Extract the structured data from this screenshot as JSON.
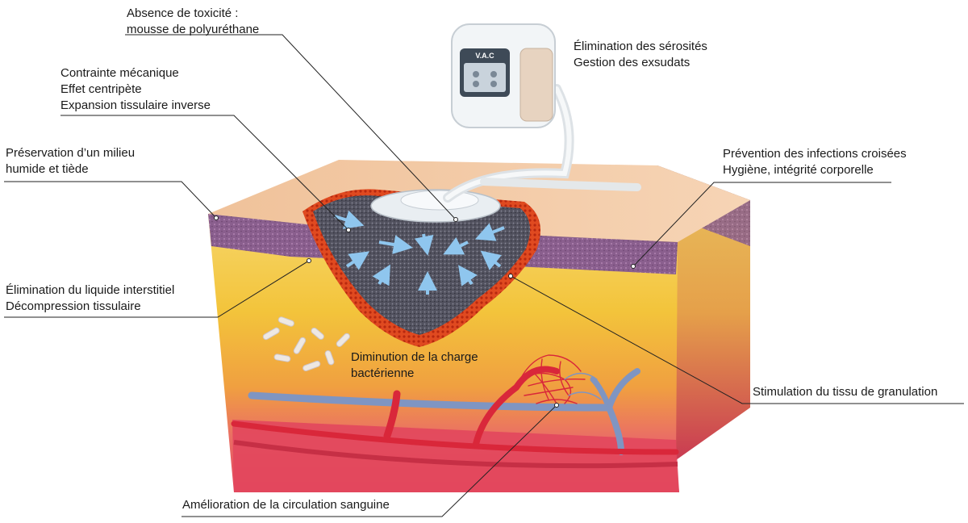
{
  "device": {
    "brand": "V.A.C"
  },
  "labels": {
    "toxicity": [
      "Absence de toxicité :",
      "mousse de polyuréthane"
    ],
    "mechanical": [
      "Contrainte mécanique",
      "Effet centripète",
      "Expansion tissulaire inverse"
    ],
    "moist": [
      "Préservation d’un milieu",
      "humide et tiède"
    ],
    "interstitial": [
      "Élimination du liquide interstitiel",
      "Décompression tissulaire"
    ],
    "serosities": [
      "Élimination des sérosités",
      "Gestion des exsudats"
    ],
    "infections": [
      "Prévention des infections croisées",
      "Hygiène, intégrité corporelle"
    ],
    "bacterial": [
      "Diminution de la charge",
      "bactérienne"
    ],
    "granulation": [
      "Stimulation du tissu de granulation"
    ],
    "circulation": [
      "Amélioration de la circulation sanguine"
    ]
  },
  "colors": {
    "skin_top": "#f3c9a3",
    "epidermis": "#8b5a86",
    "fat": "#f3c237",
    "muscle": "#e8455a",
    "foam": "#4f4f5e",
    "granulation": "#d63a1f",
    "vein": "#7f95c2",
    "artery": "#d9273a",
    "leader": "#222222"
  }
}
